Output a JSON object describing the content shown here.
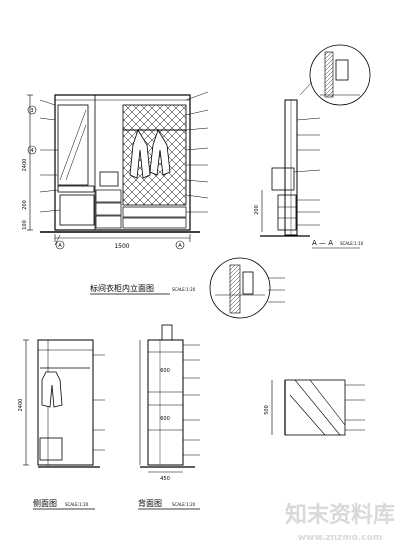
{
  "main_elevation": {
    "title": "标间衣柜内立面图",
    "scale": "SCALE:1:20",
    "width_dim": "1500",
    "dim_left_bottom": "100",
    "dim_left_mid": "200",
    "dim_left_top": "2400",
    "callout_1": "3",
    "callout_2": "4",
    "label_a": "A",
    "label_b": "A"
  },
  "section_aa": {
    "title": "A — A",
    "scale": "SCALE:1:10",
    "dim": "200"
  },
  "side_elevation": {
    "title": "侧面图",
    "scale": "SCALE:1:20",
    "height_dim": "2400"
  },
  "back_elevation": {
    "title": "背面图",
    "scale": "SCALE:1:20",
    "dim_top": "600",
    "dim_bottom": "600",
    "width_dim": "450"
  },
  "detail": {
    "dim": "500"
  },
  "watermark": {
    "brand": "知末资料库",
    "url": "www.znzmo.com"
  }
}
